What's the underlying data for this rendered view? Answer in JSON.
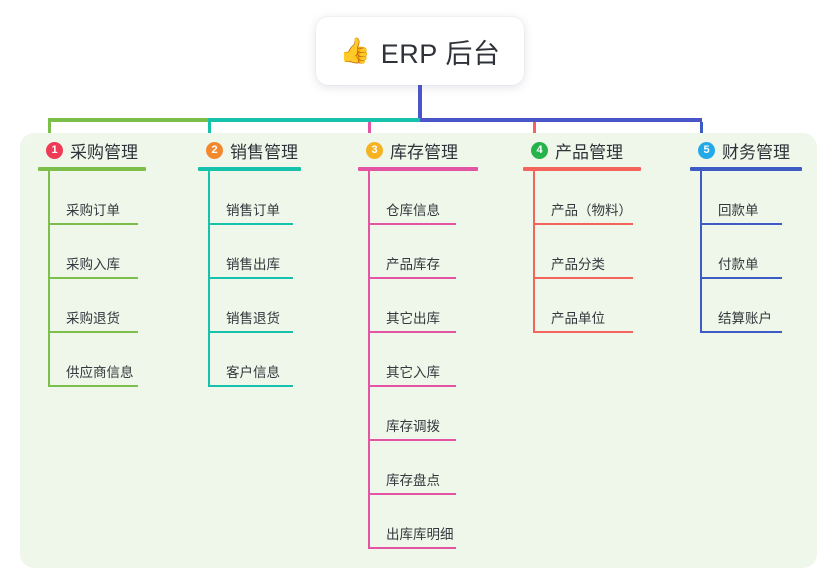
{
  "diagram": {
    "type": "mind-map",
    "background": "#ffffff",
    "panel_color": "#eff7ea",
    "root": {
      "icon": "thumbs-up-icon",
      "icon_glyph": "👍",
      "title": "ERP 后台",
      "card_background": "#ffffff",
      "stem_color": "#4a56c8"
    },
    "branches": [
      {
        "number": "1",
        "title": "采购管理",
        "badge_color": "#ef3b56",
        "line_color": "#7cbf4a",
        "bus_color": "#7cbf4a",
        "items": [
          "采购订单",
          "采购入库",
          "采购退货",
          "供应商信息"
        ]
      },
      {
        "number": "2",
        "title": "销售管理",
        "badge_color": "#f2892f",
        "line_color": "#16c2ab",
        "bus_color": "#16c2ab",
        "items": [
          "销售订单",
          "销售出库",
          "销售退货",
          "客户信息"
        ]
      },
      {
        "number": "3",
        "title": "库存管理",
        "badge_color": "#f5b322",
        "line_color": "#e355a4",
        "bus_color": "#4a56c8",
        "items": [
          "仓库信息",
          "产品库存",
          "其它出库",
          "其它入库",
          "库存调拨",
          "库存盘点",
          "出库库明细"
        ]
      },
      {
        "number": "4",
        "title": "产品管理",
        "badge_color": "#27b34c",
        "line_color": "#f4645c",
        "bus_color": "#4a56c8",
        "items": [
          "产品（物料）",
          "产品分类",
          "产品单位"
        ]
      },
      {
        "number": "5",
        "title": "财务管理",
        "badge_color": "#24a9e8",
        "line_color": "#3d5bc4",
        "bus_color": "#4a56c8",
        "items": [
          "回款单",
          "付款单",
          "结算账户"
        ]
      }
    ]
  }
}
